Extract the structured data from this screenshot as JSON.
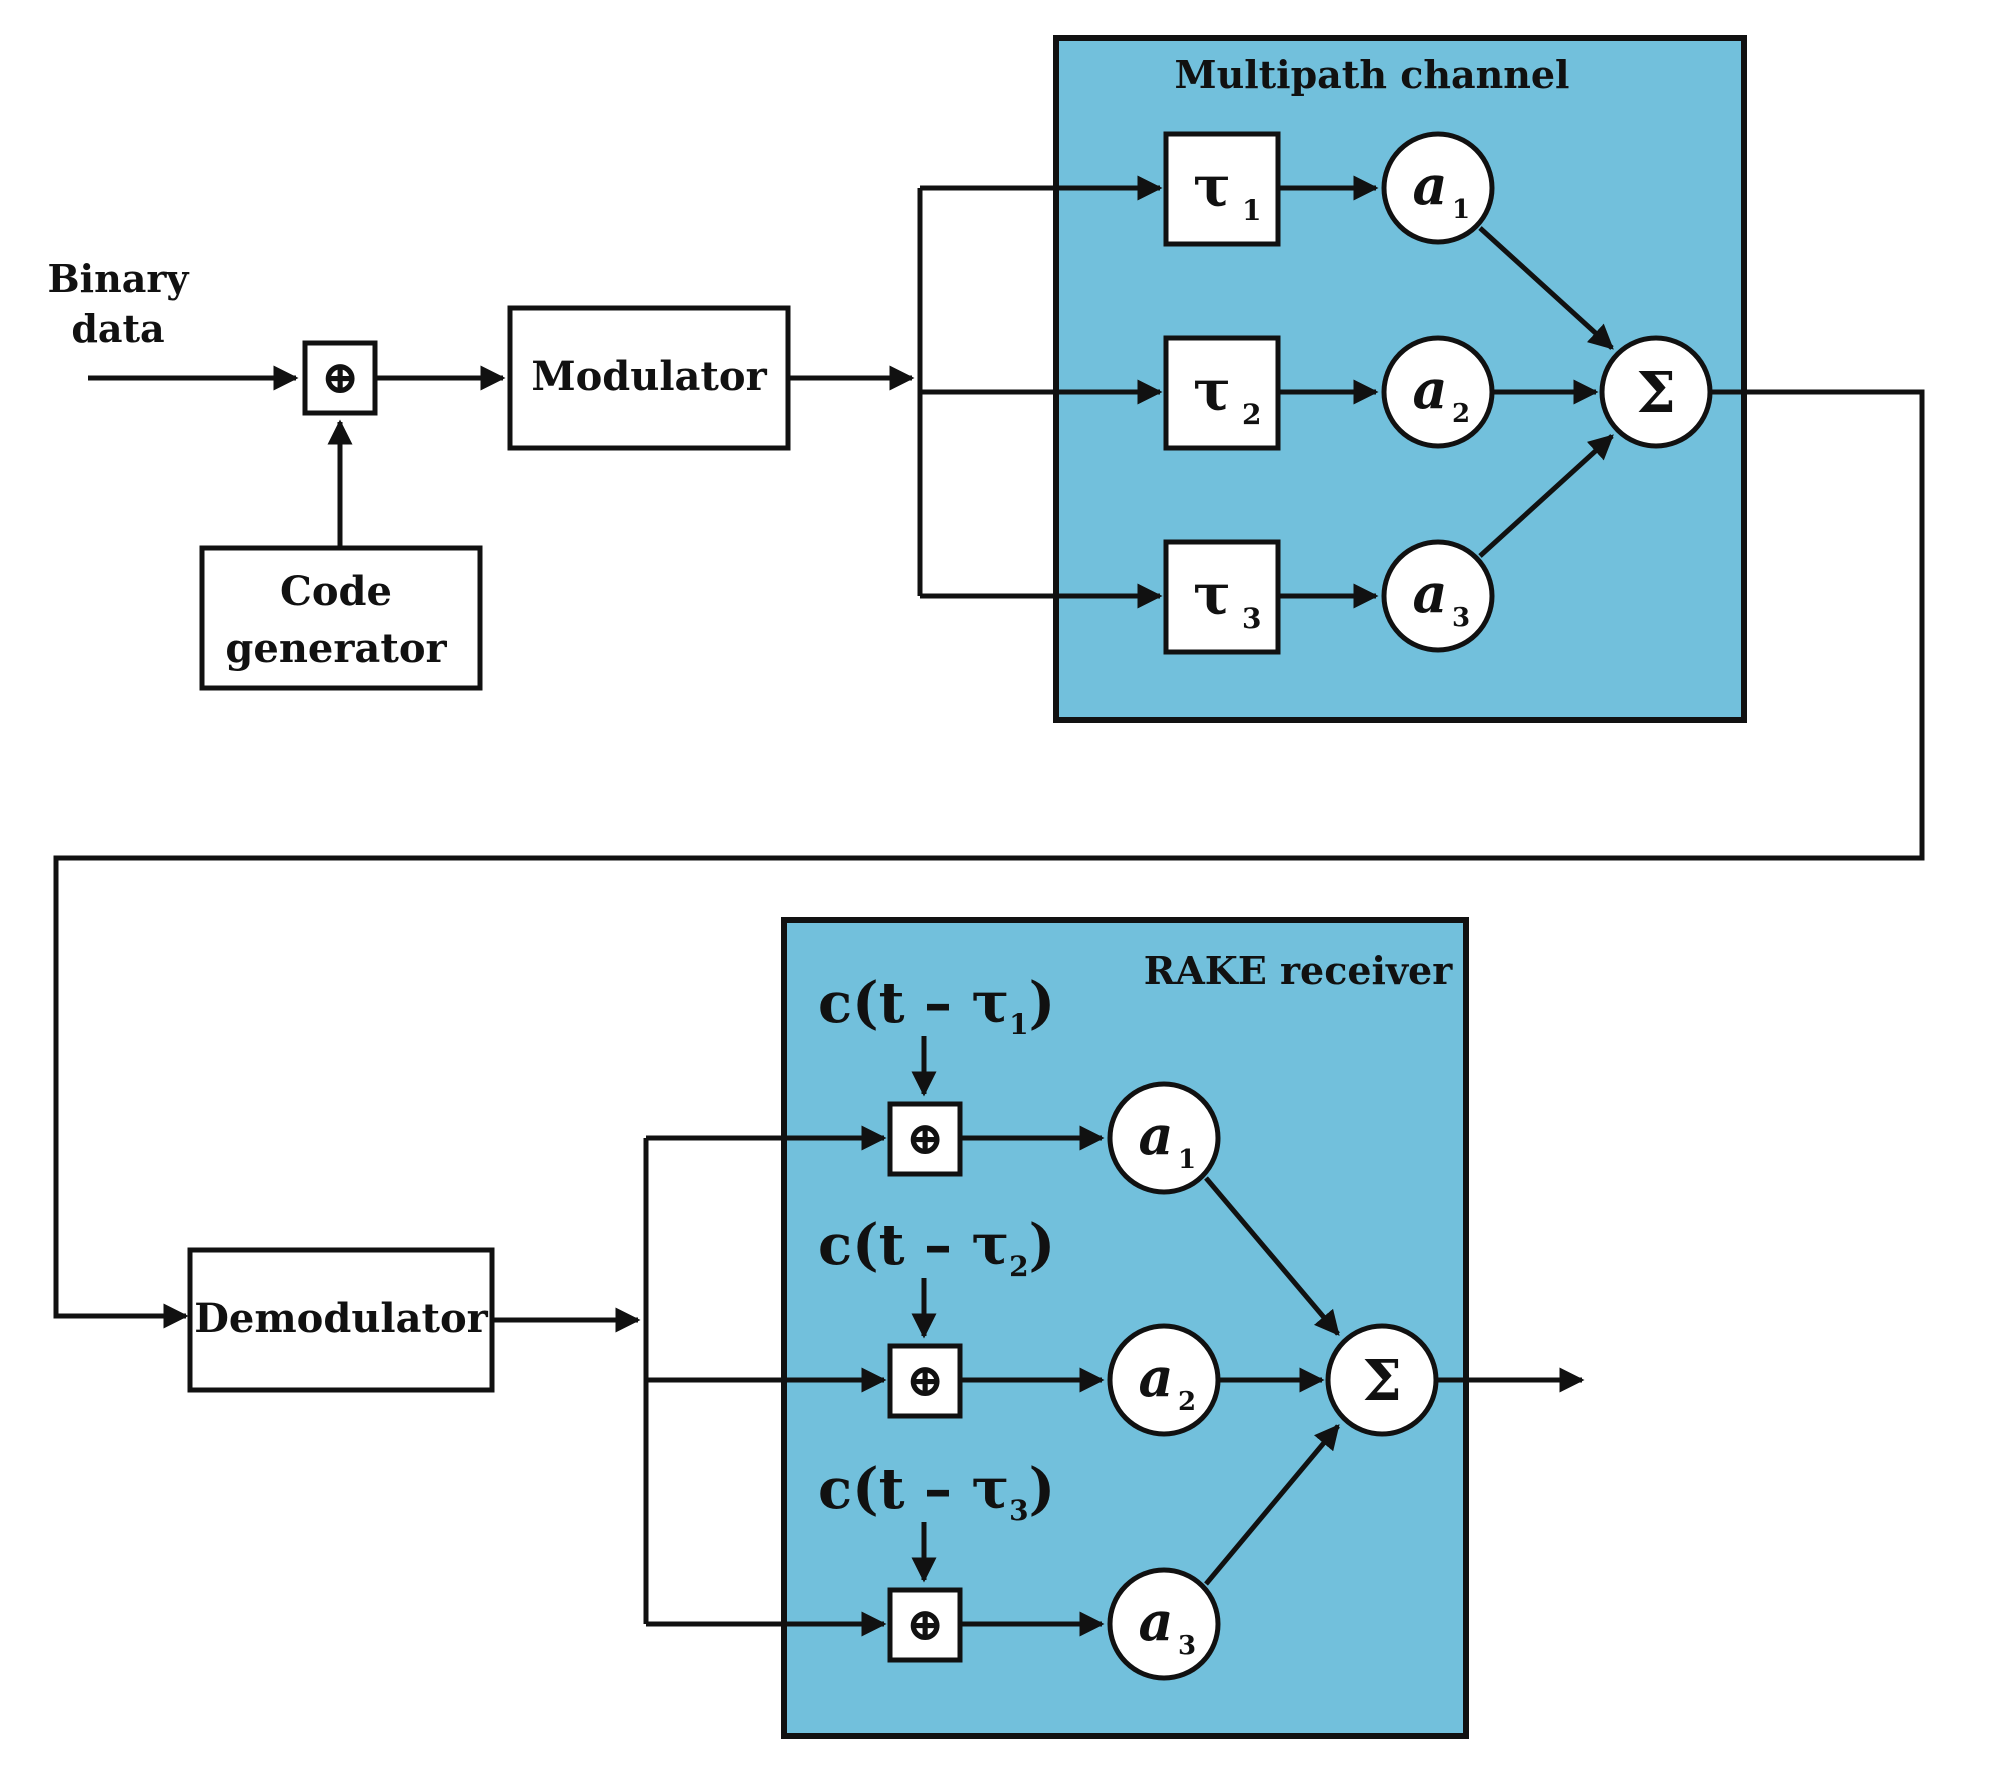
{
  "colors": {
    "panel_fill": "#72c0dc",
    "stroke": "#111111",
    "block_fill": "#ffffff"
  },
  "transmitter": {
    "input_line1": "Binary",
    "input_line2": "data",
    "xor_symbol": "⊕",
    "code_gen_line1": "Code",
    "code_gen_line2": "generator",
    "modulator": "Modulator"
  },
  "channel": {
    "title": "Multipath channel",
    "delay_symbol": "τ",
    "gain_symbol": "a",
    "paths": [
      "1",
      "2",
      "3"
    ],
    "sum_symbol": "Σ"
  },
  "receiver": {
    "demodulator": "Demodulator",
    "title": "RAKE receiver",
    "code_prefix": "c(t – τ",
    "code_suffix": ")",
    "xor_symbol": "⊕",
    "gain_symbol": "a",
    "paths": [
      "1",
      "2",
      "3"
    ],
    "sum_symbol": "Σ"
  }
}
